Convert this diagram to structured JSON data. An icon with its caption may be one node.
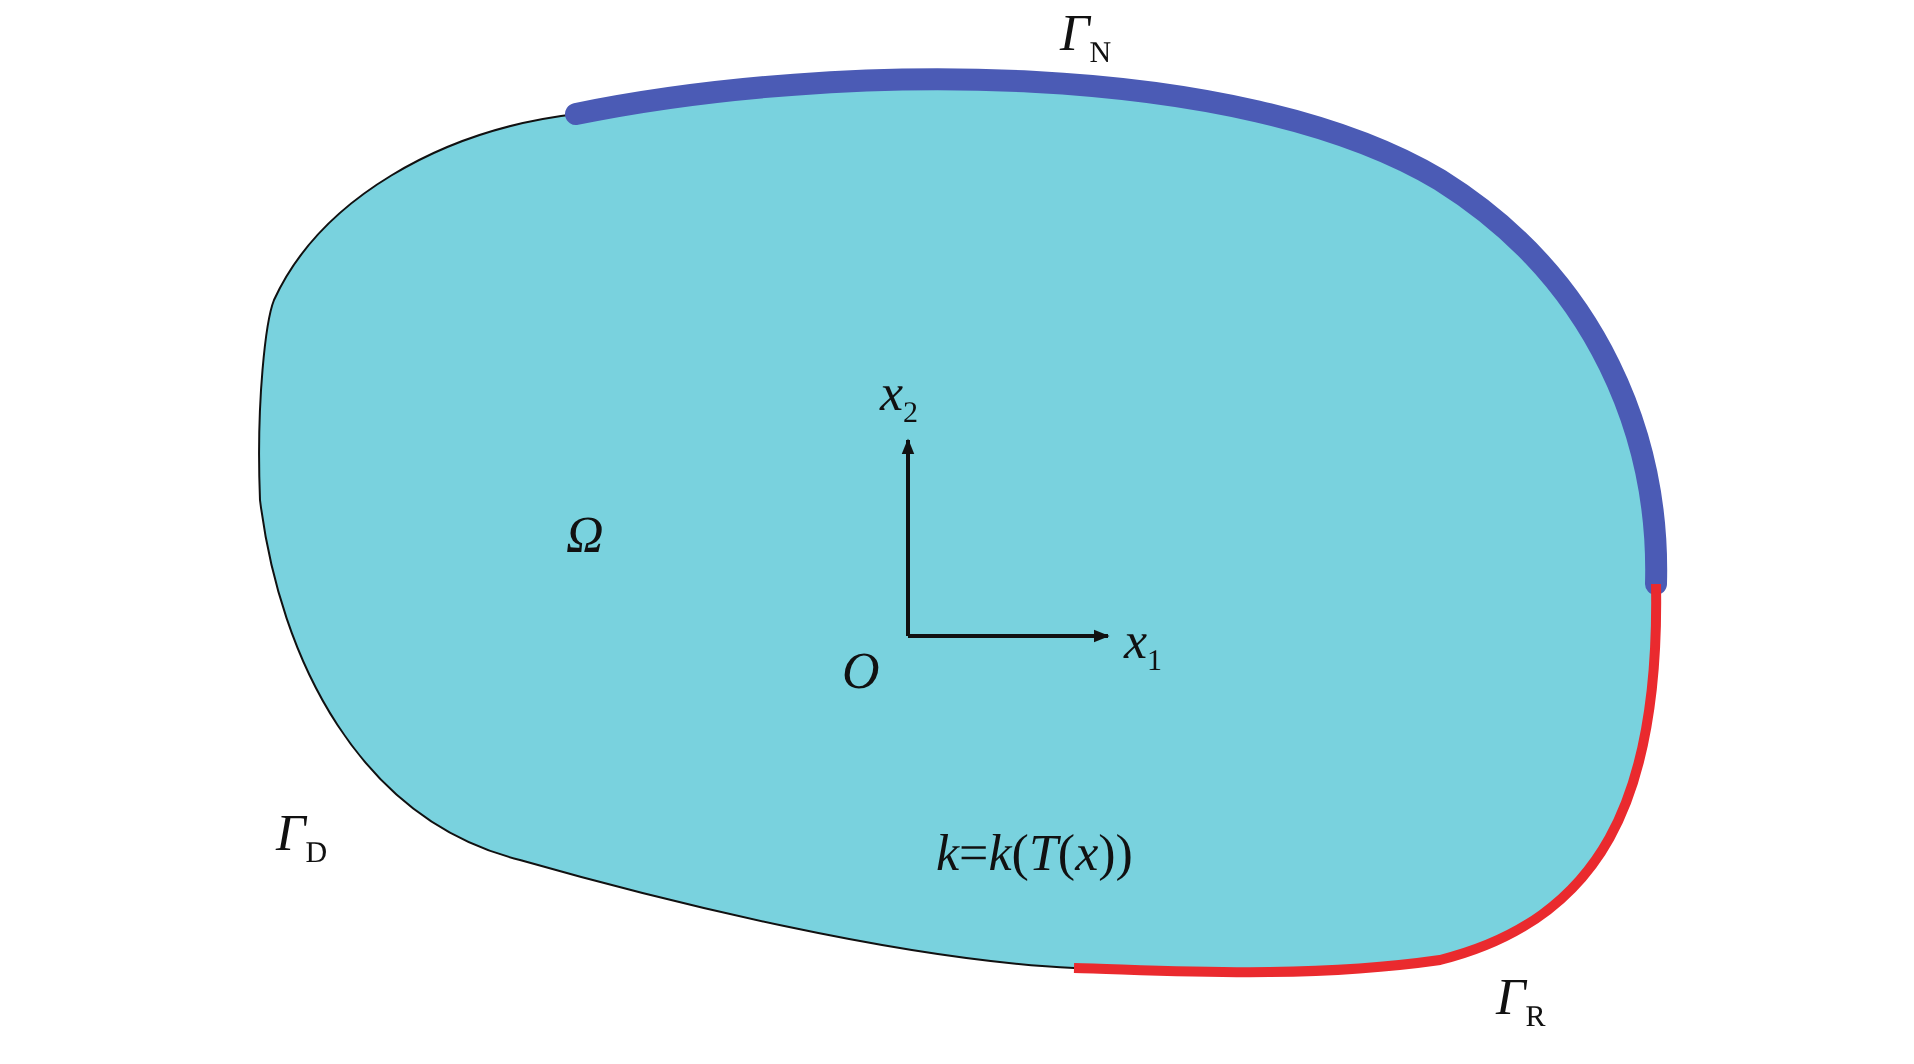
{
  "diagram": {
    "labels": [
      "*Γ*$_{N}$",
      "*Ω*",
      "*x*$_{2}$",
      "*x*$_{1}$",
      "*O*",
      "*Γ*$_{D}$",
      "*k*=*k*(*T*(*x*))",
      "*Γ*$_{R}$"
    ]
  }
}
